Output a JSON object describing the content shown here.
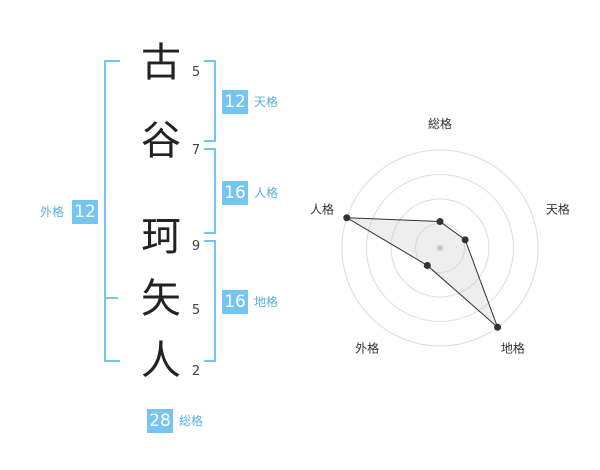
{
  "name": {
    "chars": [
      "古",
      "谷",
      "珂",
      "矢",
      "人"
    ],
    "strokes": [
      "5",
      "7",
      "9",
      "5",
      "2"
    ]
  },
  "kaku": {
    "tenkaku": {
      "value": "12",
      "label": "天格"
    },
    "jinkaku": {
      "value": "16",
      "label": "人格"
    },
    "chikaku": {
      "value": "16",
      "label": "地格"
    },
    "gaikaku": {
      "value": "12",
      "label": "外格"
    },
    "soukaku": {
      "value": "28",
      "label": "総格"
    }
  },
  "colors": {
    "accent": "#75c5f0",
    "label": "#5ab0e0"
  },
  "chart_data": {
    "type": "radar",
    "axes": [
      "総格",
      "天格",
      "地格",
      "外格",
      "人格"
    ],
    "values": [
      0.27,
      0.27,
      1.0,
      0.22,
      1.0
    ],
    "rings": 4,
    "range": [
      0,
      1
    ]
  }
}
